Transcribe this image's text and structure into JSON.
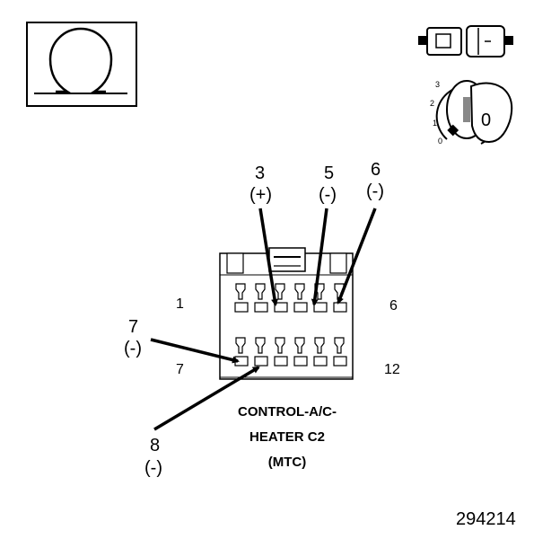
{
  "connector": {
    "caption_line1": "CONTROL-A/C-",
    "caption_line2": "HEATER C2",
    "caption_line3": "(MTC)",
    "pin_top_left": "1",
    "pin_top_right": "6",
    "pin_bottom_left": "7",
    "pin_bottom_right": "12"
  },
  "callouts": [
    {
      "pin": "3",
      "polarity": "(+)"
    },
    {
      "pin": "5",
      "polarity": "(-)"
    },
    {
      "pin": "6",
      "polarity": "(-)"
    },
    {
      "pin": "7",
      "polarity": "(-)"
    },
    {
      "pin": "8",
      "polarity": "(-)"
    }
  ],
  "ignition_key": {
    "positions": [
      "3",
      "2",
      "1",
      "0"
    ],
    "selected": "0"
  },
  "icons": {
    "meter": "ohmmeter-omega-icon",
    "connector": "disconnected-connector-icon",
    "key": "ignition-key-off-icon"
  },
  "figure_number": "294214"
}
